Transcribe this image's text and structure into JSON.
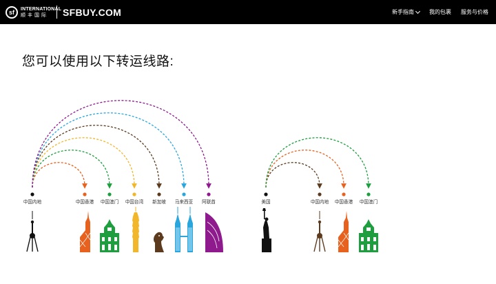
{
  "header": {
    "logo_en": "INTERNATIONAL",
    "logo_cn": "顺丰国际",
    "logo_mark": "sf",
    "site_name": "SFBUY.COM",
    "nav": [
      {
        "label": "新手指南",
        "has_dropdown": true
      },
      {
        "label": "我的包裹"
      },
      {
        "label": "服务与价格"
      }
    ]
  },
  "title": "您可以使用以下转运线路:",
  "colors": {
    "header_bg": "#000000",
    "hongkong": "#E8621F",
    "macau": "#1E9E3E",
    "taiwan": "#F2B62B",
    "singapore": "#5B3A1E",
    "malaysia": "#2AA6DD",
    "uae": "#8E1A8E"
  },
  "routes": [
    {
      "origin": "中国内地",
      "origin_icon": "oriental-pearl-tower-icon",
      "destinations": [
        {
          "label": "中国香港",
          "color": "#E8621F",
          "icon": "bank-of-china-tower-icon"
        },
        {
          "label": "中国澳门",
          "color": "#1E9E3E",
          "icon": "ruins-of-st-paul-icon"
        },
        {
          "label": "中国台湾",
          "color": "#F2B62B",
          "icon": "taipei-101-icon"
        },
        {
          "label": "新加坡",
          "color": "#5B3A1E",
          "icon": "merlion-icon"
        },
        {
          "label": "马来西亚",
          "color": "#2AA6DD",
          "icon": "petronas-towers-icon"
        },
        {
          "label": "阿联酋",
          "color": "#8E1A8E",
          "icon": "burj-al-arab-icon"
        }
      ]
    },
    {
      "origin": "美国",
      "origin_icon": "statue-of-liberty-icon",
      "destinations": [
        {
          "label": "中国内地",
          "color": "#5B3A1E",
          "icon": "oriental-pearl-tower-icon"
        },
        {
          "label": "中国香港",
          "color": "#E8621F",
          "icon": "bank-of-china-tower-icon"
        },
        {
          "label": "中国澳门",
          "color": "#1E9E3E",
          "icon": "ruins-of-st-paul-icon"
        }
      ]
    }
  ]
}
